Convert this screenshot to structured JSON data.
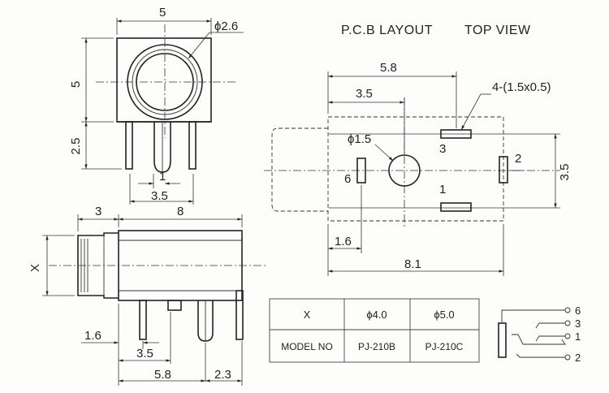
{
  "titles": {
    "pcb_layout": "P.C.B LAYOUT",
    "top_view": "TOP VIEW"
  },
  "front_view": {
    "width": "5",
    "hole_diameter": "ϕ2.6",
    "height": "5",
    "pin_length": "2.5",
    "pin_spacing_small": "1",
    "pin_spacing": "3.5"
  },
  "side_view": {
    "barrel_length": "3",
    "body_length": "8",
    "diameter_label": "X",
    "pin_offset_1": "1.6",
    "pin_offset_2": "3.5",
    "pin_offset_3": "5.8",
    "rear_offset": "2.3"
  },
  "pcb_view": {
    "width_total": "5.8",
    "width_center": "3.5",
    "pad_size": "4-(1.5x0.5)",
    "hole_diameter": "ϕ1.5",
    "height_pads": "3.5",
    "left_offset": "1.6",
    "length_total": "8.1",
    "pin_labels": [
      "3",
      "6",
      "2",
      "1"
    ]
  },
  "table": {
    "header_row": [
      "X",
      "ϕ4.0",
      "ϕ5.0"
    ],
    "model_row": [
      "MODEL NO",
      "PJ-210B",
      "PJ-210C"
    ]
  },
  "schematic": {
    "pins": [
      "6",
      "3",
      "1",
      "2"
    ]
  }
}
